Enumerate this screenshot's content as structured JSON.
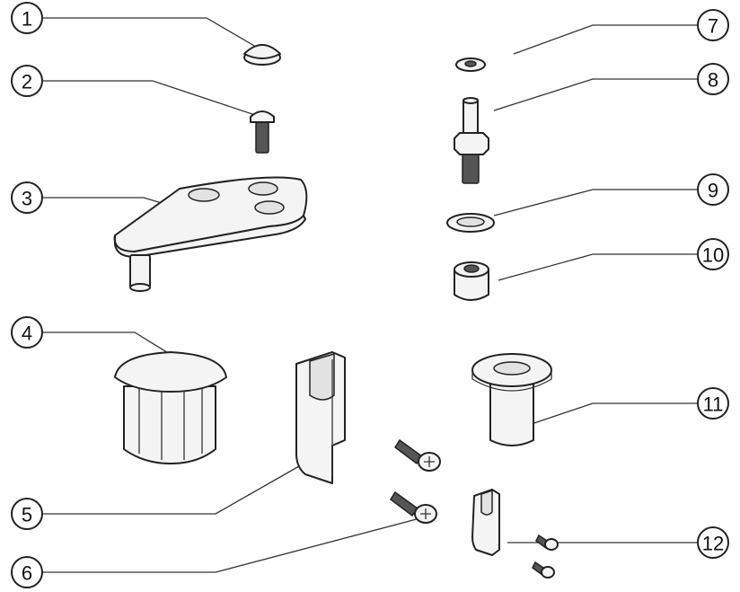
{
  "callouts": [
    {
      "id": "1",
      "label": "1"
    },
    {
      "id": "2",
      "label": "2"
    },
    {
      "id": "3",
      "label": "3"
    },
    {
      "id": "4",
      "label": "4"
    },
    {
      "id": "5",
      "label": "5"
    },
    {
      "id": "6",
      "label": "6"
    },
    {
      "id": "7",
      "label": "7"
    },
    {
      "id": "8",
      "label": "8"
    },
    {
      "id": "9",
      "label": "9"
    },
    {
      "id": "10",
      "label": "10"
    },
    {
      "id": "11",
      "label": "11"
    },
    {
      "id": "12",
      "label": "12"
    }
  ],
  "colors": {
    "stroke": "#222222",
    "fill": "#f4f4f4",
    "background": "#ffffff"
  }
}
